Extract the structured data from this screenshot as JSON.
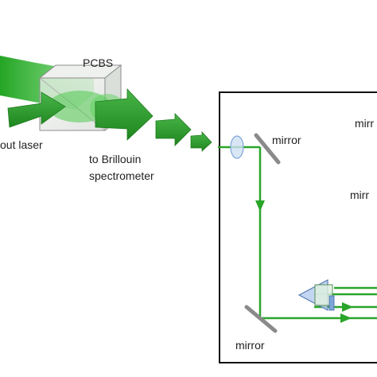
{
  "labels": {
    "pcbs": "PCBS",
    "input_laser": "out laser",
    "to_brillouin_line1": "to Brillouin",
    "to_brillouin_line2": "spectrometer",
    "mirror_top": "mirror",
    "mirror_bottom": "mirror",
    "mirror_right_top": "mirr",
    "mirror_right_mid": "mirr"
  },
  "colors": {
    "beam": "#1f9e1f",
    "beam_light": "#5cd35c",
    "beam_line": "#2aa52a",
    "arrow_fill": "#2e9b2e",
    "box_stroke": "#111111",
    "cube_stroke": "#888888",
    "lens": "#a9c7ea",
    "prism": "#7fa6d9",
    "mirror": "#8a8a8a"
  }
}
